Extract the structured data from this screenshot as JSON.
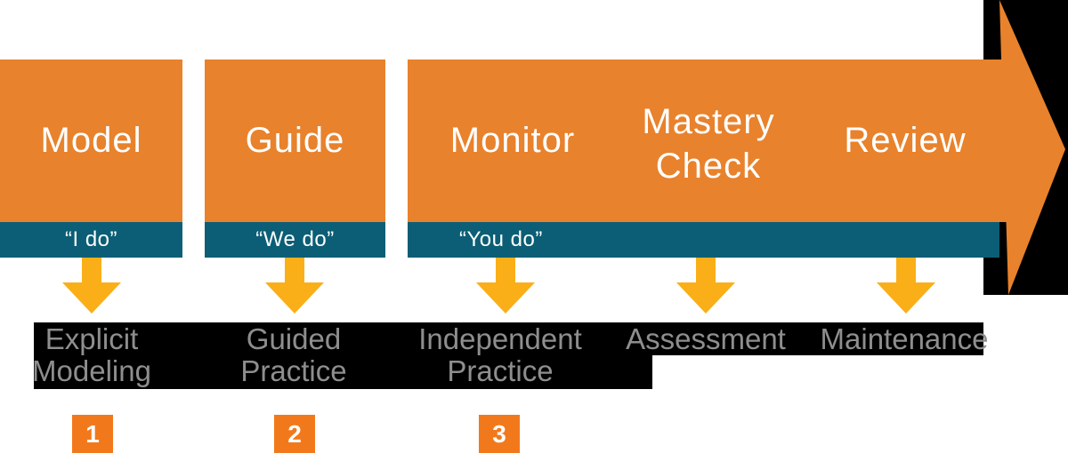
{
  "diagram": {
    "stages": [
      {
        "title": "Model",
        "quote": "“I do”",
        "label": "Explicit Modeling",
        "step": "1"
      },
      {
        "title": "Guide",
        "quote": "“We do”",
        "label": "Guided Practice",
        "step": "2"
      },
      {
        "title": "Monitor",
        "quote": "“You do”",
        "label": "Independent Practice",
        "step": "3"
      },
      {
        "title": "Mastery Check",
        "label": "Assessment"
      },
      {
        "title": "Review",
        "label": "Maintenance"
      }
    ],
    "colors": {
      "block_orange": "#E8822C",
      "step_orange": "#F2791B",
      "arrow_yellow": "#FAAF18",
      "strip_teal": "#0B5E75",
      "label_gray": "#8E8E8E",
      "band_black": "#000000",
      "text_white": "#FFFFFF"
    }
  }
}
